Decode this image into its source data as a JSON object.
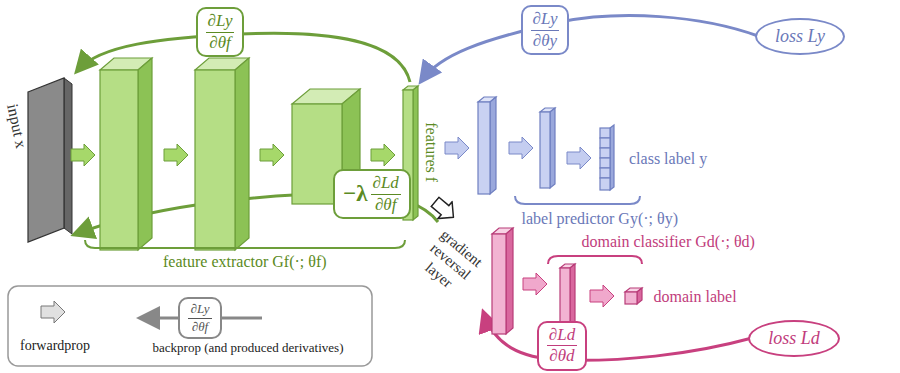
{
  "diagram": {
    "nodes": [
      {
        "text": [
          "∂Ly",
          "∂θf"
        ]
      },
      {
        "text": [
          "∂Ly",
          "∂θy"
        ]
      },
      {
        "text": [
          "loss Ly"
        ]
      },
      {
        "text": [
          "−λ",
          "∂Ld",
          "∂θf"
        ]
      },
      {
        "text": [
          "∂Ld",
          "∂θd"
        ]
      },
      {
        "text": [
          "loss Ld"
        ]
      },
      {
        "text": [
          "∂Ly",
          "∂θf"
        ]
      }
    ],
    "labels": [
      "input x",
      "features f",
      "class label y",
      "label predictor Gy(·; θy)",
      "feature extractor Gf(·; θf)",
      "gradient reversal layer",
      "domain classifier Gd(·; θd)",
      "domain label"
    ],
    "legend": [
      {
        "text": "forwardprop"
      },
      {
        "text": "backprop (and produced derivatives)"
      }
    ]
  }
}
